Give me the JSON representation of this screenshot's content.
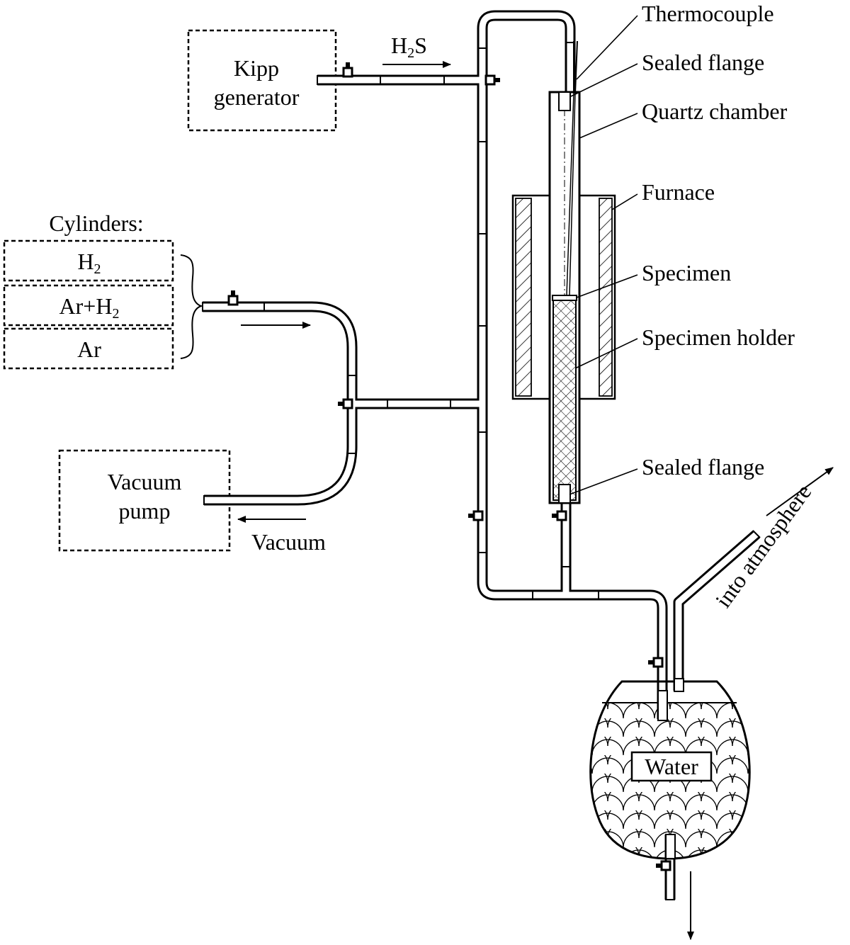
{
  "labels": {
    "thermocouple": "Thermocouple",
    "sealed_flange_top": "Sealed flange",
    "quartz_chamber": "Quartz chamber",
    "furnace": "Furnace",
    "specimen": "Specimen",
    "specimen_holder": "Specimen holder",
    "sealed_flange_bottom": "Sealed flange",
    "atmosphere": "into atmosphere",
    "water": "Water",
    "vacuum": "Vacuum",
    "h2s_main": "H",
    "h2s_sub": "2",
    "h2s_tail": "S",
    "cylinders": "Cylinders:"
  },
  "boxes": {
    "kipp_line1": "Kipp",
    "kipp_line2": "generator",
    "vacuum_line1": "Vacuum",
    "vacuum_line2": "pump",
    "cyl_h2_main": "H",
    "cyl_h2_sub": "2",
    "cyl_arh2_main": "Ar+H",
    "cyl_arh2_sub": "2",
    "cyl_ar": "Ar"
  }
}
